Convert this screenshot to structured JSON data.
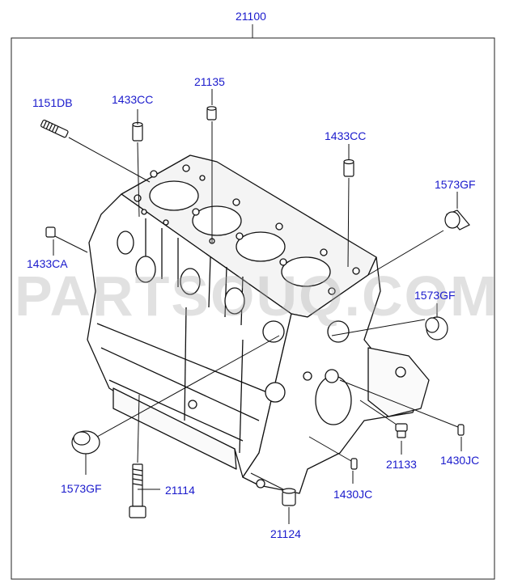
{
  "diagram": {
    "assembly_label": "21100",
    "watermark": "PARTSOUQ.COM",
    "parts": [
      {
        "id": "1151DB"
      },
      {
        "id": "1433CC"
      },
      {
        "id": "21135"
      },
      {
        "id": "1433CC"
      },
      {
        "id": "1573GF"
      },
      {
        "id": "1433CA"
      },
      {
        "id": "1573GF"
      },
      {
        "id": "1573GF"
      },
      {
        "id": "21114"
      },
      {
        "id": "21124"
      },
      {
        "id": "1430JC"
      },
      {
        "id": "21133"
      },
      {
        "id": "1430JC"
      }
    ],
    "colors": {
      "label": "#1a1acc",
      "line": "#111111",
      "frame": "#222222"
    }
  }
}
